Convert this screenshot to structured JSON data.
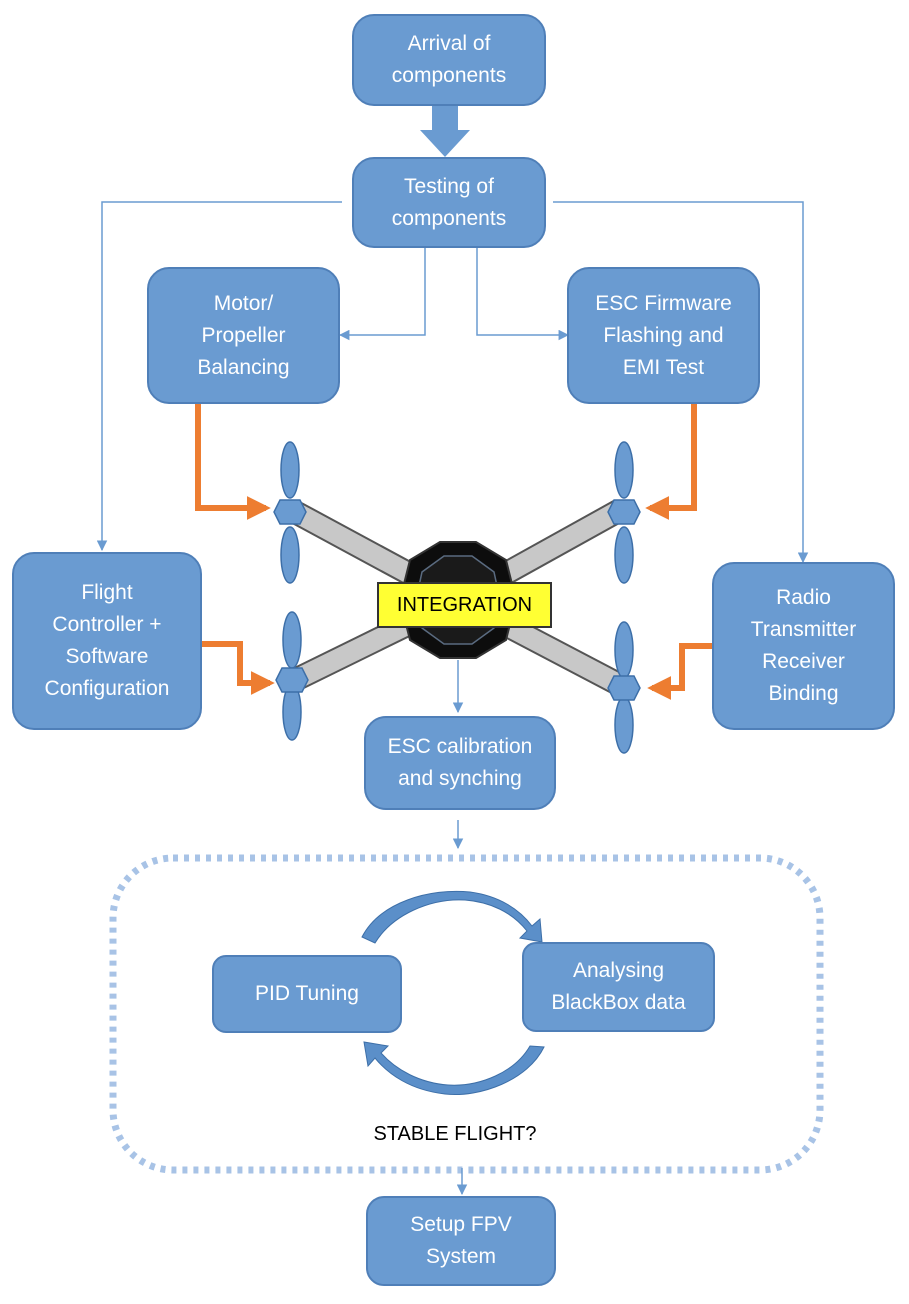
{
  "colors": {
    "box_fill": "#6a9bd1",
    "box_border": "#4f7fb8",
    "box_text": "#ffffff",
    "connector_blue": "#6a9bd1",
    "connector_orange": "#ed7d31",
    "integration_fill": "#ffff33",
    "frame_arm": "#c8c8c8",
    "frame_hub": "#000000",
    "propeller": "#6a9bd1",
    "loop_border": "#a8c3e6"
  },
  "nodes": {
    "arrival": "Arrival of\ncomponents",
    "testing": "Testing of\ncomponents",
    "motor": "Motor/\nPropeller\nBalancing",
    "esc_firmware": "ESC Firmware\nFlashing and\nEMI Test",
    "flight_controller": "Flight\nController +\nSoftware\nConfiguration",
    "radio": "Radio\nTransmitter\nReceiver\nBinding",
    "integration": "INTEGRATION",
    "esc_calibration": "ESC calibration\nand synching",
    "pid": "PID Tuning",
    "blackbox": "Analysing\nBlackBox data",
    "stable_flight": "STABLE FLIGHT?",
    "fpv": "Setup FPV\nSystem"
  },
  "icons": {
    "drone": "quadcopter-icon",
    "loop": "cycle-arrows-icon"
  }
}
